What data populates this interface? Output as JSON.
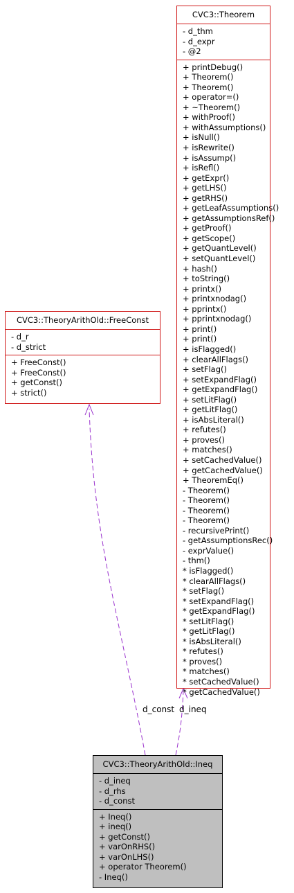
{
  "theorem": {
    "name": "CVC3::Theorem",
    "attributes": [
      "- d_thm",
      "- d_expr",
      "- @2"
    ],
    "methods": [
      "+ printDebug()",
      "+ Theorem()",
      "+ Theorem()",
      "+ operator=()",
      "+ ~Theorem()",
      "+ withProof()",
      "+ withAssumptions()",
      "+ isNull()",
      "+ isRewrite()",
      "+ isAssump()",
      "+ isRefl()",
      "+ getExpr()",
      "+ getLHS()",
      "+ getRHS()",
      "+ getLeafAssumptions()",
      "+ getAssumptionsRef()",
      "+ getProof()",
      "+ getScope()",
      "+ getQuantLevel()",
      "+ setQuantLevel()",
      "+ hash()",
      "+ toString()",
      "+ printx()",
      "+ printxnodag()",
      "+ pprintx()",
      "+ pprintxnodag()",
      "+ print()",
      "+ print()",
      "+ isFlagged()",
      "+ clearAllFlags()",
      "+ setFlag()",
      "+ setExpandFlag()",
      "+ getExpandFlag()",
      "+ setLitFlag()",
      "+ getLitFlag()",
      "+ isAbsLiteral()",
      "+ refutes()",
      "+ proves()",
      "+ matches()",
      "+ setCachedValue()",
      "+ getCachedValue()",
      "+ TheoremEq()",
      "- Theorem()",
      "- Theorem()",
      "- Theorem()",
      "- Theorem()",
      "- recursivePrint()",
      "- getAssumptionsRec()",
      "- exprValue()",
      "- thm()",
      "* isFlagged()",
      "* clearAllFlags()",
      "* setFlag()",
      "* setExpandFlag()",
      "* getExpandFlag()",
      "* setLitFlag()",
      "* getLitFlag()",
      "* isAbsLiteral()",
      "* refutes()",
      "* proves()",
      "* matches()",
      "* setCachedValue()",
      "* getCachedValue()"
    ]
  },
  "freeconst": {
    "name": "CVC3::TheoryArithOld::FreeConst",
    "attributes": [
      "- d_r",
      "- d_strict"
    ],
    "methods": [
      "+ FreeConst()",
      "+ FreeConst()",
      "+ getConst()",
      "+ strict()"
    ]
  },
  "ineq": {
    "name": "CVC3::TheoryArithOld::Ineq",
    "attributes": [
      "- d_ineq",
      "- d_rhs",
      "- d_const"
    ],
    "methods": [
      "+ Ineq()",
      "+ ineq()",
      "+ getConst()",
      "+ varOnRHS()",
      "+ varOnLHS()",
      "+ operator Theorem()",
      "- Ineq()"
    ]
  },
  "edges": {
    "d_const_label": "d_const",
    "d_ineq_label": "d_ineq"
  },
  "colors": {
    "class_border": "#d01818",
    "main_fill": "#bfbfbf",
    "edge": "#9a32cd"
  }
}
